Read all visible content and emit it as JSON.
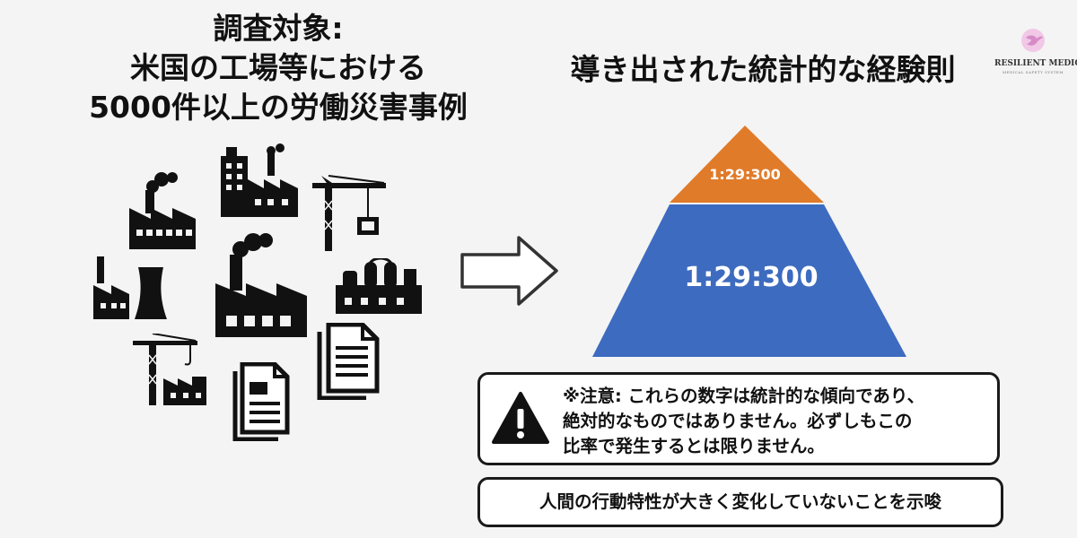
{
  "left_title": {
    "lines": [
      "調査対象:",
      "米国の工場等における",
      "5000件以上の労働災害事例"
    ]
  },
  "right_title": "導き出された統計的な経験則",
  "logo": {
    "name": "RESILIENT MEDICAL",
    "tagline": "MEDICAL SAFETY SYSTEM",
    "icon": "dove-heart-icon"
  },
  "icons": [
    "factory-icon",
    "office-buildings-icon",
    "tower-crane-icon",
    "power-plant-icon",
    "large-factory-icon",
    "refinery-icon",
    "crane-factory-icon",
    "document-icon",
    "documents-icon"
  ],
  "arrow": {
    "icon": "right-arrow-icon"
  },
  "pyramid": {
    "top_label": "1:29:300",
    "main_label": "1:29:300",
    "top_color": "#e07b2a",
    "main_color": "#3d6bbf"
  },
  "note": {
    "icon": "warning-icon",
    "lines": [
      "※注意: これらの数字は統計的な傾向であり、",
      "絶対的なものではありません。必ずしもこの",
      "比率で発生するとは限りません。"
    ]
  },
  "conclusion": "人間の行動特性が大きく変化していないことを示唆"
}
